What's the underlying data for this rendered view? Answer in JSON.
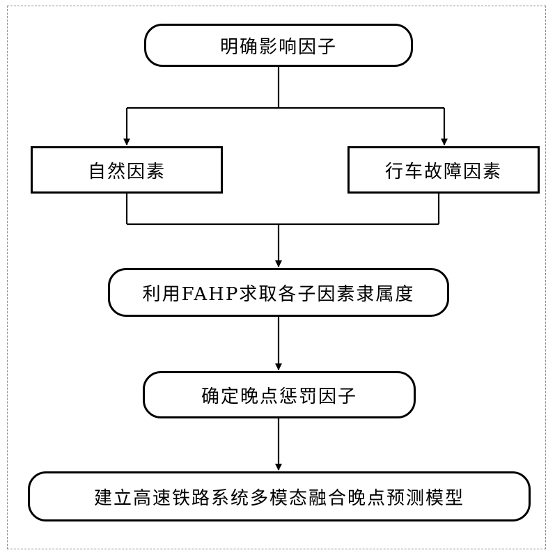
{
  "nodes": {
    "identify_factors": "明确影响因子",
    "natural_factors": "自然因素",
    "vehicle_fault_factors": "行车故障因素",
    "fahp_membership": "利用FAHP求取各子因素隶属度",
    "delay_penalty_factor": "确定晚点惩罚因子",
    "prediction_model": "建立高速铁路系统多模态融合晚点预测模型"
  },
  "colors": {
    "stroke": "#000000",
    "frame": "#8a8a8a",
    "background": "#ffffff"
  }
}
